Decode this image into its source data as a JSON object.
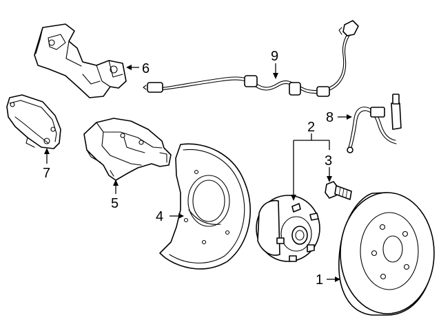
{
  "callouts": {
    "c1": "1",
    "c2": "2",
    "c3": "3",
    "c4": "4",
    "c5": "5",
    "c6": "6",
    "c7": "7",
    "c8": "8",
    "c9": "9"
  },
  "parts": [
    {
      "callout": "1",
      "name": "rotor-icon"
    },
    {
      "callout": "2",
      "name": "hub-bearing-icon"
    },
    {
      "callout": "3",
      "name": "bolt-icon"
    },
    {
      "callout": "4",
      "name": "splash-shield-icon"
    },
    {
      "callout": "5",
      "name": "caliper-icon"
    },
    {
      "callout": "6",
      "name": "caliper-bracket-icon"
    },
    {
      "callout": "7",
      "name": "brake-pad-icon"
    },
    {
      "callout": "8",
      "name": "brake-hose-icon"
    },
    {
      "callout": "9",
      "name": "wheel-speed-sensor-icon"
    }
  ]
}
